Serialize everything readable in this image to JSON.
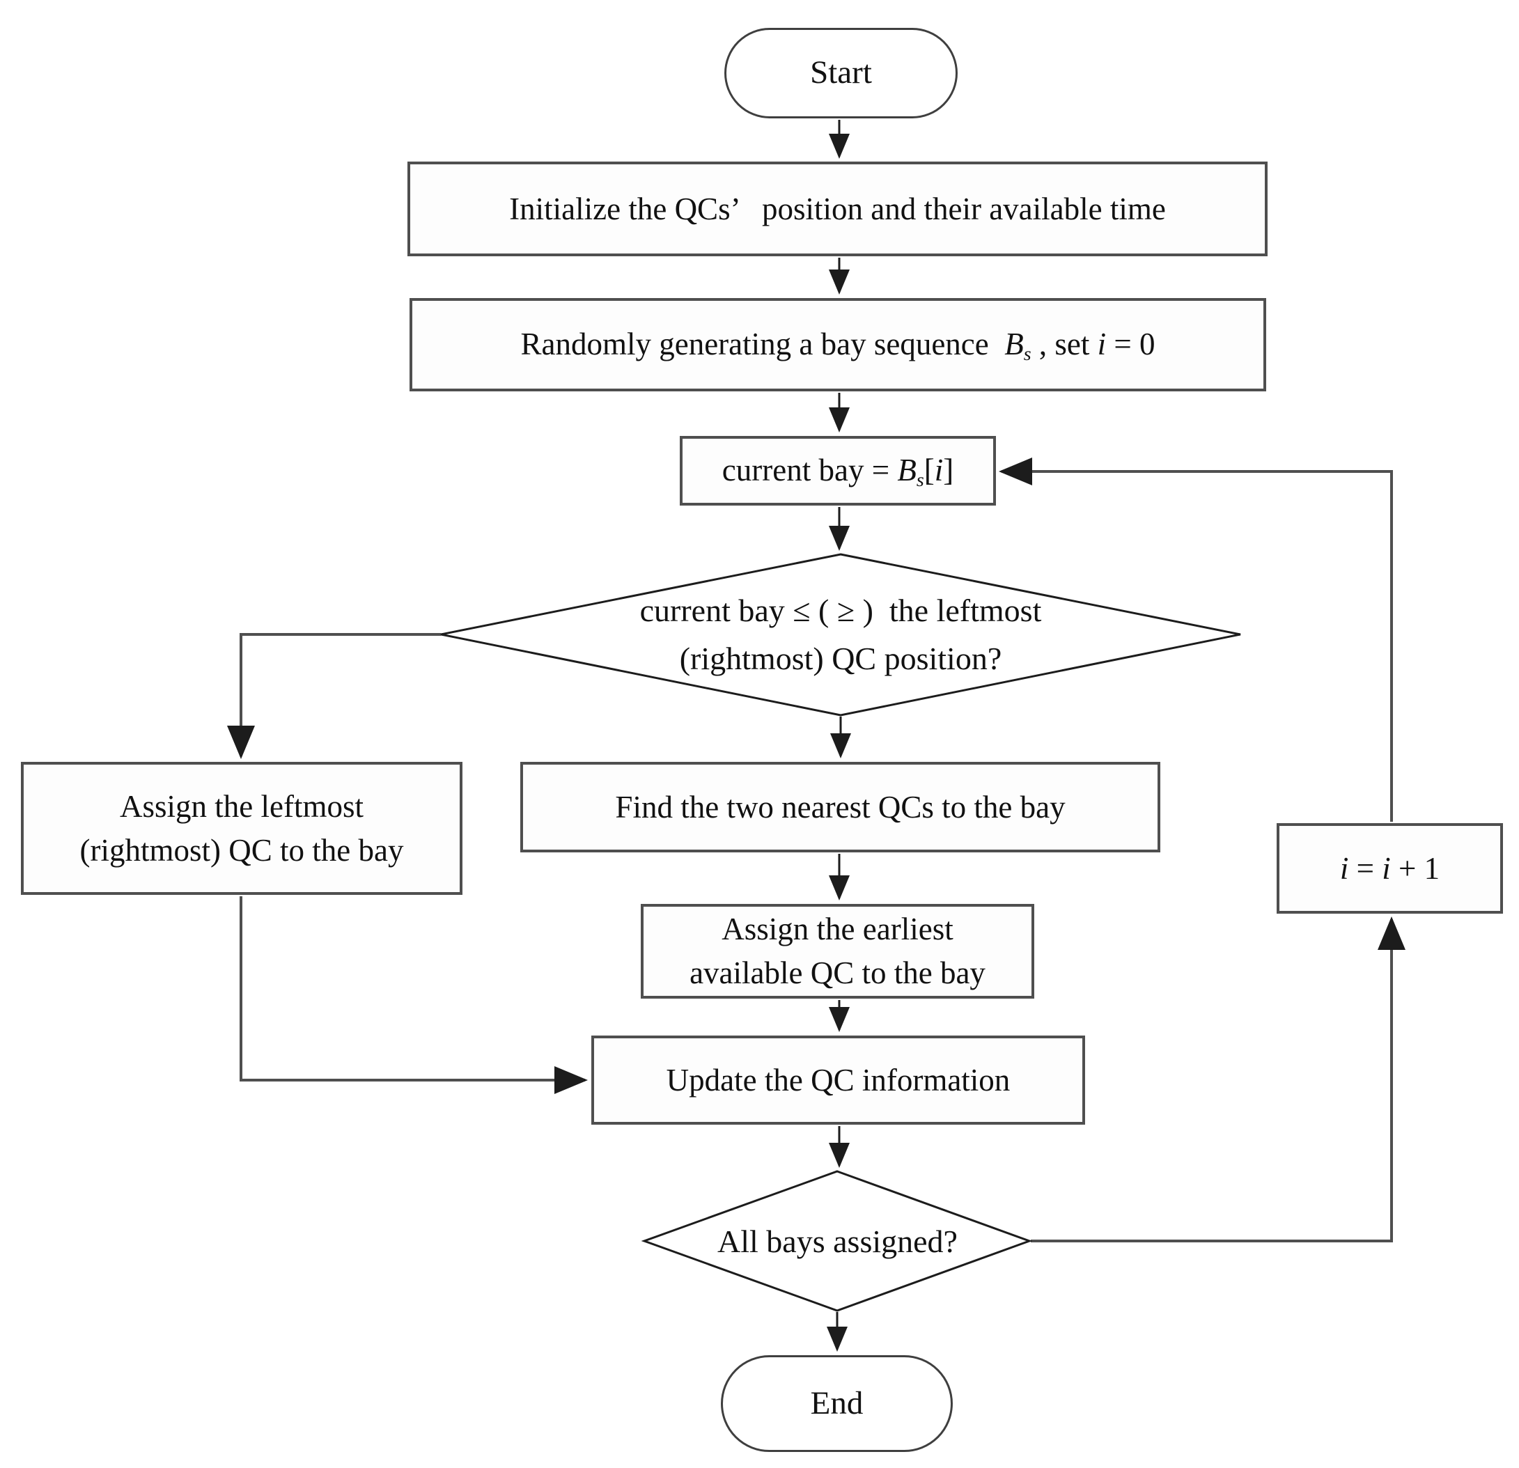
{
  "nodes": {
    "start": {
      "label": "Start"
    },
    "init": {
      "label": "Initialize the QCs’   position and their available time"
    },
    "random": {
      "pre": "Randomly generating a bay sequence  ",
      "var": "B",
      "var_sub": "s",
      "mid": " , set ",
      "ivar": "i",
      "post": " = 0"
    },
    "current_bay": {
      "pre": "current bay = ",
      "var": "B",
      "var_sub": "s",
      "open": "[",
      "ivar": "i",
      "close": "]"
    },
    "decision_position": {
      "line1": "current bay ≤ ( ≥ )  the leftmost",
      "line2": "(rightmost) QC position?"
    },
    "assign_leftmost": {
      "line1": "Assign the leftmost",
      "line2": "(rightmost) QC to the bay"
    },
    "find_nearest": {
      "label": "Find the two nearest QCs to the bay"
    },
    "assign_earliest": {
      "line1": "Assign the earliest",
      "line2": "available QC to the bay"
    },
    "update_info": {
      "label": "Update the QC information"
    },
    "decision_all_bays": {
      "label": "All bays assigned?"
    },
    "increment": {
      "i1": "i",
      "eq": " = ",
      "i2": "i",
      "post": " + 1"
    },
    "end": {
      "label": "End"
    }
  },
  "colors": {
    "node_border": "#4f4f4f",
    "shape_stroke": "#1c1c1c",
    "connector": "#4f4f4f",
    "arrow": "#1c1c1c",
    "text": "#111111",
    "background": "#ffffff"
  }
}
